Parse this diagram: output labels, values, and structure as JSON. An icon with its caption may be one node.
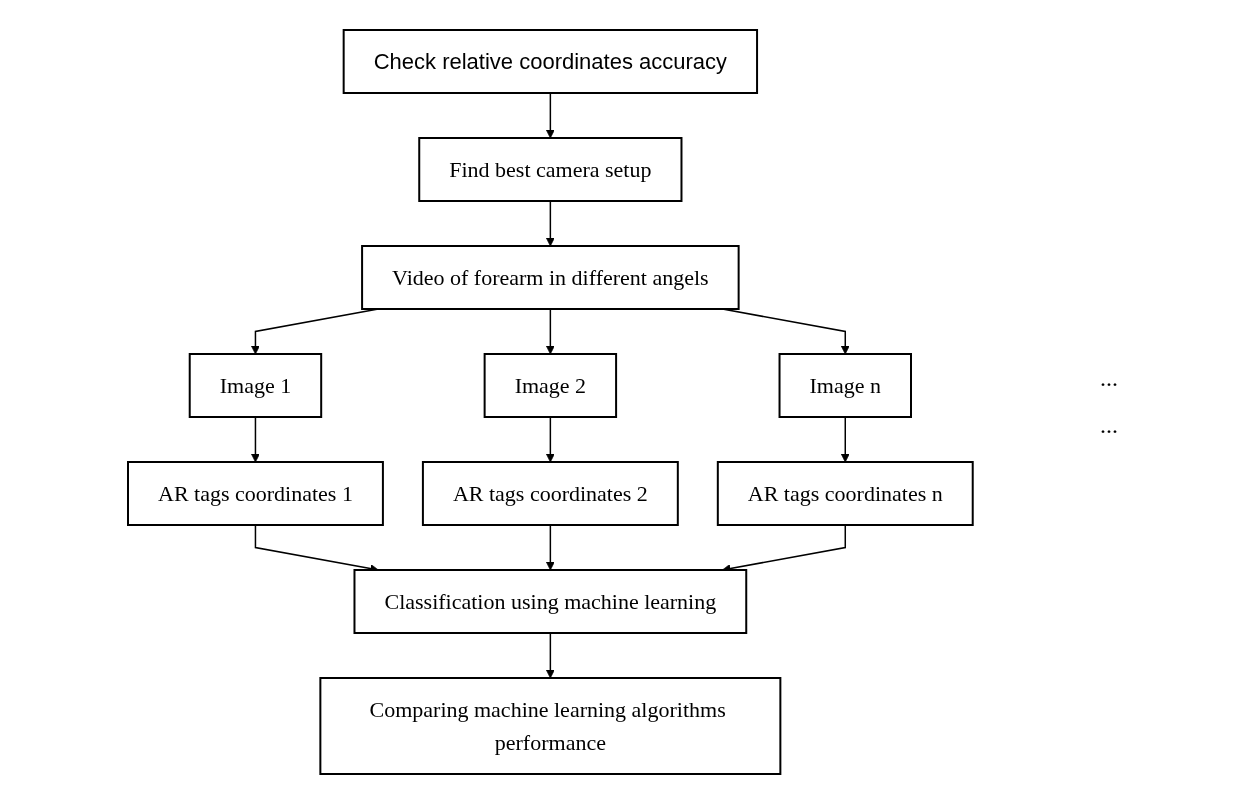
{
  "diagram": {
    "nodes": [
      {
        "text": [
          "Check relative coordinates accuracy"
        ]
      },
      {
        "text": [
          "Find best camera setup"
        ]
      },
      {
        "text": [
          "Video of forearm in different angels"
        ]
      },
      {
        "text": [
          "Image 1"
        ]
      },
      {
        "text": [
          "Image 2"
        ]
      },
      {
        "text": [
          "Image n"
        ]
      },
      {
        "text": [
          "AR tags coordinates 1"
        ]
      },
      {
        "text": [
          "AR tags coordinates 2"
        ]
      },
      {
        "text": [
          "AR tags coordinates n"
        ]
      },
      {
        "text": [
          "Classification using machine learning"
        ]
      },
      {
        "text": [
          "Comparing machine learning algorithms performance"
        ]
      }
    ],
    "edges": [
      {
        "from": 0,
        "to": 1,
        "arrow": "to"
      },
      {
        "from": 1,
        "to": 2,
        "arrow": "to"
      },
      {
        "from": 2,
        "to": 3,
        "arrow": "to"
      },
      {
        "from": 2,
        "to": 4,
        "arrow": "to"
      },
      {
        "from": 2,
        "to": 5,
        "arrow": "to"
      },
      {
        "from": 3,
        "to": 6,
        "arrow": "to"
      },
      {
        "from": 4,
        "to": 7,
        "arrow": "to"
      },
      {
        "from": 5,
        "to": 8,
        "arrow": "to"
      },
      {
        "from": 6,
        "to": 9,
        "arrow": "to"
      },
      {
        "from": 7,
        "to": 9,
        "arrow": "to"
      },
      {
        "from": 8,
        "to": 9,
        "arrow": "to"
      },
      {
        "from": 9,
        "to": 10,
        "arrow": "to"
      }
    ],
    "labels": [
      "...",
      "..."
    ]
  }
}
